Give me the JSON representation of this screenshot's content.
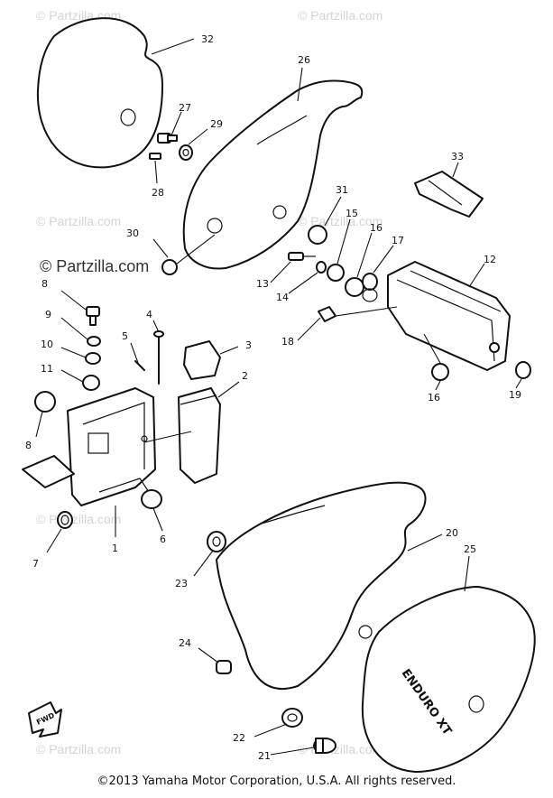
{
  "watermarks": {
    "text": "© Partzilla.com",
    "bold": "© Partzilla.com"
  },
  "parts": {
    "p1": "1",
    "p2": "2",
    "p3": "3",
    "p4": "4",
    "p5": "5",
    "p6": "6",
    "p7": "7",
    "p8a": "8",
    "p8b": "8",
    "p9": "9",
    "p10": "10",
    "p11": "11",
    "p12": "12",
    "p13": "13",
    "p14": "14",
    "p15": "15",
    "p16a": "16",
    "p16b": "16",
    "p17": "17",
    "p18": "18",
    "p19": "19",
    "p20": "20",
    "p21": "21",
    "p22": "22",
    "p23": "23",
    "p24": "24",
    "p25": "25",
    "p26": "26",
    "p27": "27",
    "p28": "28",
    "p29": "29",
    "p30": "30",
    "p31": "31",
    "p32": "32",
    "p33": "33"
  },
  "emblem_text": "ENDURO XT",
  "fwd_label": "FWD",
  "footer": "©2013  Yamaha Motor Corporation, U.S.A. All rights reserved."
}
